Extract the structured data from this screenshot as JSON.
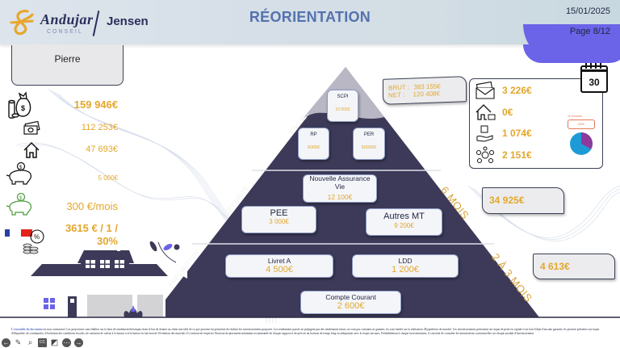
{
  "header": {
    "logo_name": "Andujar",
    "logo_sub": "CONSEIL",
    "client": "Jensen",
    "title": "RÉORIENTATION",
    "date": "15/01/2025",
    "page": "Page 8/12"
  },
  "person": {
    "name": "Pierre"
  },
  "left_stats": [
    {
      "icon": "money-bag-coins-icon",
      "value": "159 946€"
    },
    {
      "icon": "banknotes-icon",
      "value": "112 253€"
    },
    {
      "icon": "house-icon",
      "value": "47 693€"
    },
    {
      "icon": "piggy-bank-icon",
      "value": "5 000€"
    },
    {
      "icon": "piggy-bank-green-icon",
      "value": "300 €/mois"
    },
    {
      "icon": "tax-france-icon",
      "value_line1": "3615 € / 1 /",
      "value_line2": "30%"
    }
  ],
  "pyramid": {
    "tiers": [
      {
        "side_label": "PROJET",
        "cards": [
          {
            "label": "SCPI",
            "value": "10 555€"
          },
          {
            "label": "RP",
            "value": "6000€"
          },
          {
            "label": "PER",
            "value": "50000€"
          }
        ]
      },
      {
        "side_label": "SÉCURITÉ",
        "horizon": "6 MOIS",
        "cards": [
          {
            "label_line1": "Nouvelle Assurance",
            "label_line2": "Vie",
            "value": "12 100€"
          },
          {
            "label": "PEE",
            "value": "3 000€"
          },
          {
            "label": "Autres MT",
            "value": "9 200€"
          }
        ]
      },
      {
        "side_label": "PRÉCAUTION",
        "horizon": "2 À 3 MOIS",
        "cards": [
          {
            "label": "Livret A",
            "value": "4 500€"
          },
          {
            "label": "LDD",
            "value": "1 200€"
          },
          {
            "label": "Compte Courant",
            "value": "2 600€"
          }
        ]
      }
    ]
  },
  "project_total": {
    "brut_label": "BRUT :",
    "brut_value": "383 155€",
    "net_label": "NET :",
    "net_value": "120 408€"
  },
  "security_total": "34 925€",
  "precaution_total": "4 613€",
  "budget": {
    "calendar_day": "30",
    "rows": [
      {
        "icon": "income-envelope-icon",
        "value": "3 226€"
      },
      {
        "icon": "house-rent-icon",
        "value": "0€"
      },
      {
        "icon": "charges-hand-icon",
        "value": "1 074€"
      },
      {
        "icon": "family-expenses-icon",
        "value": "2 151€"
      }
    ],
    "debt_ratio_label": "% d'endet.",
    "debt_ratio_value": "33%",
    "pie": {
      "share": 0.33,
      "colors": [
        "#1e9bd7",
        "#8e3a9c"
      ]
    }
  },
  "disclaimer": {
    "bold_lead": "L'ensemble du document",
    "text": " est non contractuel. Les projections sont établies sur la base de rendement théoriques dans le but de donner au client une idée de ce que peuvent lui permettre de réaliser les investissements proposés. Les rendements passés ne préjugent pas des rendements futurs, ne sont pas constants ni garantis, ils sont fondés sur la réalisation d'hypothèses de marché. Les investissements présentent un risque de perte en capital et ne font l'objet d'aucune garantie, ils peuvent présenter un risque d'illiquidité, de contrepartie, d'évolution des conditions fiscales, de variation de valeur à la hausse et à la baisse en fonction de l'évolution des marchés. Il convient de respecter l'horizon de placement minimum recommandé de chaque support et de prévoir un horizon de temps long en adéquation avec le risque encouru. Préalablement à chaque investissement, il convient de consulter les informations contractuelles sur chaque produit d'investissement."
  },
  "toolbar": [
    {
      "name": "back-icon",
      "glyph": "←"
    },
    {
      "name": "pen-icon",
      "glyph": "✎"
    },
    {
      "name": "zoom-icon",
      "glyph": "⌕"
    },
    {
      "name": "subtitles-icon",
      "glyph": "CC"
    },
    {
      "name": "pointer-icon",
      "glyph": "◩"
    },
    {
      "name": "more-icon",
      "glyph": "⋯"
    },
    {
      "name": "forward-icon",
      "glyph": "→"
    }
  ]
}
